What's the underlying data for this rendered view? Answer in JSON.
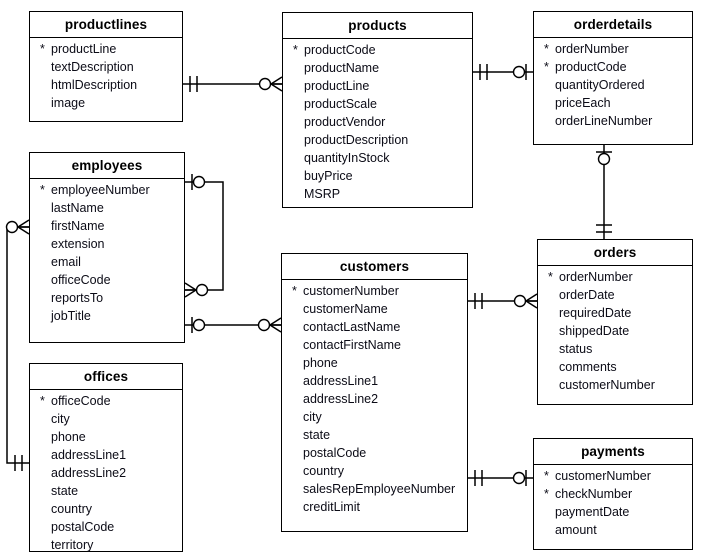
{
  "diagram": {
    "background": "#ffffff",
    "line_color": "#000000",
    "key_marker": "*",
    "entities": [
      {
        "name": "productlines",
        "fields": [
          {
            "label": "productLine",
            "key": true
          },
          {
            "label": "textDescription",
            "key": false
          },
          {
            "label": "htmlDescription",
            "key": false
          },
          {
            "label": "image",
            "key": false
          }
        ]
      },
      {
        "name": "products",
        "fields": [
          {
            "label": "productCode",
            "key": true
          },
          {
            "label": "productName",
            "key": false
          },
          {
            "label": "productLine",
            "key": false
          },
          {
            "label": "productScale",
            "key": false
          },
          {
            "label": "productVendor",
            "key": false
          },
          {
            "label": "productDescription",
            "key": false
          },
          {
            "label": "quantityInStock",
            "key": false
          },
          {
            "label": "buyPrice",
            "key": false
          },
          {
            "label": "MSRP",
            "key": false
          }
        ]
      },
      {
        "name": "orderdetails",
        "fields": [
          {
            "label": "orderNumber",
            "key": true
          },
          {
            "label": "productCode",
            "key": true
          },
          {
            "label": "quantityOrdered",
            "key": false
          },
          {
            "label": "priceEach",
            "key": false
          },
          {
            "label": "orderLineNumber",
            "key": false
          }
        ]
      },
      {
        "name": "employees",
        "fields": [
          {
            "label": "employeeNumber",
            "key": true
          },
          {
            "label": "lastName",
            "key": false
          },
          {
            "label": "firstName",
            "key": false
          },
          {
            "label": "extension",
            "key": false
          },
          {
            "label": "email",
            "key": false
          },
          {
            "label": "officeCode",
            "key": false
          },
          {
            "label": "reportsTo",
            "key": false
          },
          {
            "label": "jobTitle",
            "key": false
          }
        ]
      },
      {
        "name": "offices",
        "fields": [
          {
            "label": "officeCode",
            "key": true
          },
          {
            "label": "city",
            "key": false
          },
          {
            "label": "phone",
            "key": false
          },
          {
            "label": "addressLine1",
            "key": false
          },
          {
            "label": "addressLine2",
            "key": false
          },
          {
            "label": "state",
            "key": false
          },
          {
            "label": "country",
            "key": false
          },
          {
            "label": "postalCode",
            "key": false
          },
          {
            "label": "territory",
            "key": false
          }
        ]
      },
      {
        "name": "customers",
        "fields": [
          {
            "label": "customerNumber",
            "key": true
          },
          {
            "label": "customerName",
            "key": false
          },
          {
            "label": "contactLastName",
            "key": false
          },
          {
            "label": "contactFirstName",
            "key": false
          },
          {
            "label": "phone",
            "key": false
          },
          {
            "label": "addressLine1",
            "key": false
          },
          {
            "label": "addressLine2",
            "key": false
          },
          {
            "label": "city",
            "key": false
          },
          {
            "label": "state",
            "key": false
          },
          {
            "label": "postalCode",
            "key": false
          },
          {
            "label": "country",
            "key": false
          },
          {
            "label": "salesRepEmployeeNumber",
            "key": false
          },
          {
            "label": "creditLimit",
            "key": false
          }
        ]
      },
      {
        "name": "orders",
        "fields": [
          {
            "label": "orderNumber",
            "key": true
          },
          {
            "label": "orderDate",
            "key": false
          },
          {
            "label": "requiredDate",
            "key": false
          },
          {
            "label": "shippedDate",
            "key": false
          },
          {
            "label": "status",
            "key": false
          },
          {
            "label": "comments",
            "key": false
          },
          {
            "label": "customerNumber",
            "key": false
          }
        ]
      },
      {
        "name": "payments",
        "fields": [
          {
            "label": "customerNumber",
            "key": true
          },
          {
            "label": "checkNumber",
            "key": true
          },
          {
            "label": "paymentDate",
            "key": false
          },
          {
            "label": "amount",
            "key": false
          }
        ]
      }
    ],
    "relationships": [
      {
        "from": "productlines",
        "to": "products",
        "from_cardinality": "one-and-only-one",
        "to_cardinality": "zero-or-many"
      },
      {
        "from": "products",
        "to": "orderdetails",
        "from_cardinality": "one-and-only-one",
        "to_cardinality": "zero-or-one"
      },
      {
        "from": "orderdetails",
        "to": "orders",
        "from_cardinality": "zero-or-one",
        "to_cardinality": "one-and-only-one"
      },
      {
        "from": "employees",
        "to": "employees",
        "from_cardinality": "zero-or-one",
        "to_cardinality": "zero-or-many"
      },
      {
        "from": "employees",
        "to": "customers",
        "from_cardinality": "zero-or-one",
        "to_cardinality": "zero-or-many"
      },
      {
        "from": "customers",
        "to": "orders",
        "from_cardinality": "one-and-only-one",
        "to_cardinality": "zero-or-many"
      },
      {
        "from": "customers",
        "to": "payments",
        "from_cardinality": "one-and-only-one",
        "to_cardinality": "zero-or-one"
      },
      {
        "from": "offices",
        "to": "employees",
        "from_cardinality": "one-and-only-one",
        "to_cardinality": "zero-or-many"
      }
    ]
  }
}
